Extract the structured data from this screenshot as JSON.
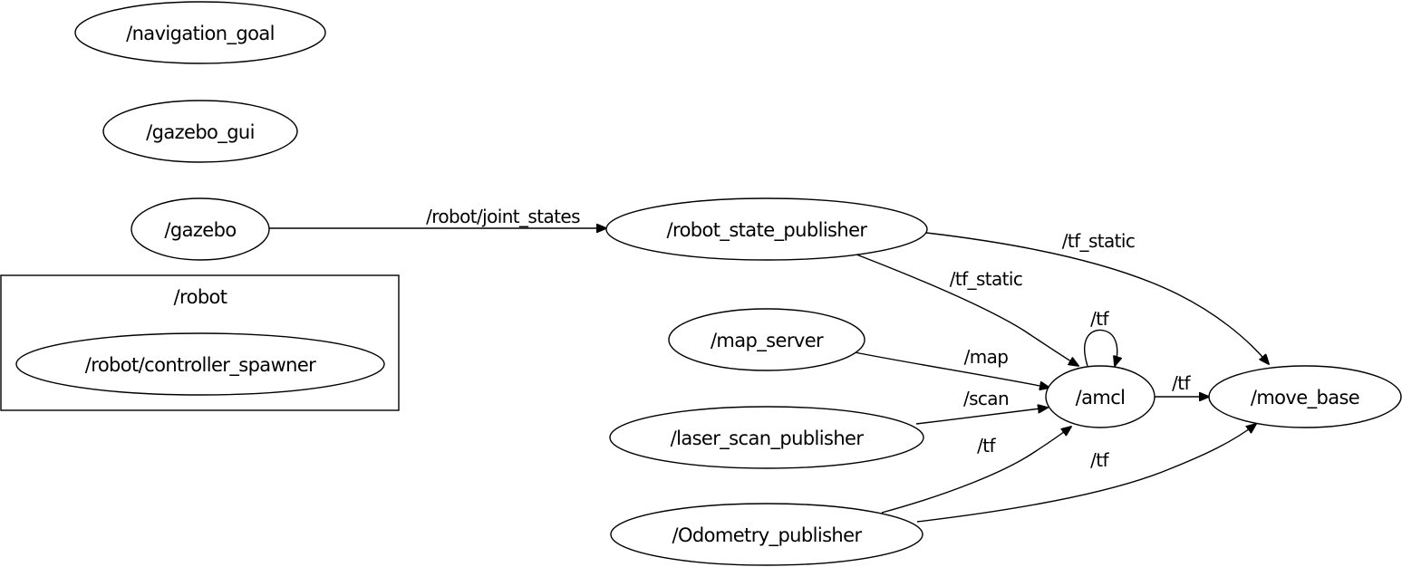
{
  "graph": {
    "clusters": [
      {
        "id": "robot_ns",
        "label": "/robot"
      }
    ],
    "nodes": [
      {
        "id": "navigation_goal",
        "label": "/navigation_goal"
      },
      {
        "id": "gazebo_gui",
        "label": "/gazebo_gui"
      },
      {
        "id": "gazebo",
        "label": "/gazebo"
      },
      {
        "id": "controller_spawner",
        "label": "/robot/controller_spawner"
      },
      {
        "id": "robot_state_publisher",
        "label": "/robot_state_publisher"
      },
      {
        "id": "map_server",
        "label": "/map_server"
      },
      {
        "id": "laser_scan_publisher",
        "label": "/laser_scan_publisher"
      },
      {
        "id": "odometry_publisher",
        "label": "/Odometry_publisher"
      },
      {
        "id": "amcl",
        "label": "/amcl"
      },
      {
        "id": "move_base",
        "label": "/move_base"
      }
    ],
    "edges": [
      {
        "id": "e1",
        "from": "gazebo",
        "to": "robot_state_publisher",
        "label": "/robot/joint_states"
      },
      {
        "id": "e2",
        "from": "robot_state_publisher",
        "to": "move_base",
        "label": "/tf_static"
      },
      {
        "id": "e3",
        "from": "robot_state_publisher",
        "to": "amcl",
        "label": "/tf_static"
      },
      {
        "id": "e4",
        "from": "amcl",
        "to": "amcl",
        "label": "/tf"
      },
      {
        "id": "e5",
        "from": "map_server",
        "to": "amcl",
        "label": "/map"
      },
      {
        "id": "e6",
        "from": "laser_scan_publisher",
        "to": "amcl",
        "label": "/scan"
      },
      {
        "id": "e7",
        "from": "odometry_publisher",
        "to": "amcl",
        "label": "/tf"
      },
      {
        "id": "e8",
        "from": "amcl",
        "to": "move_base",
        "label": "/tf"
      },
      {
        "id": "e9",
        "from": "odometry_publisher",
        "to": "move_base",
        "label": "/tf"
      }
    ]
  }
}
